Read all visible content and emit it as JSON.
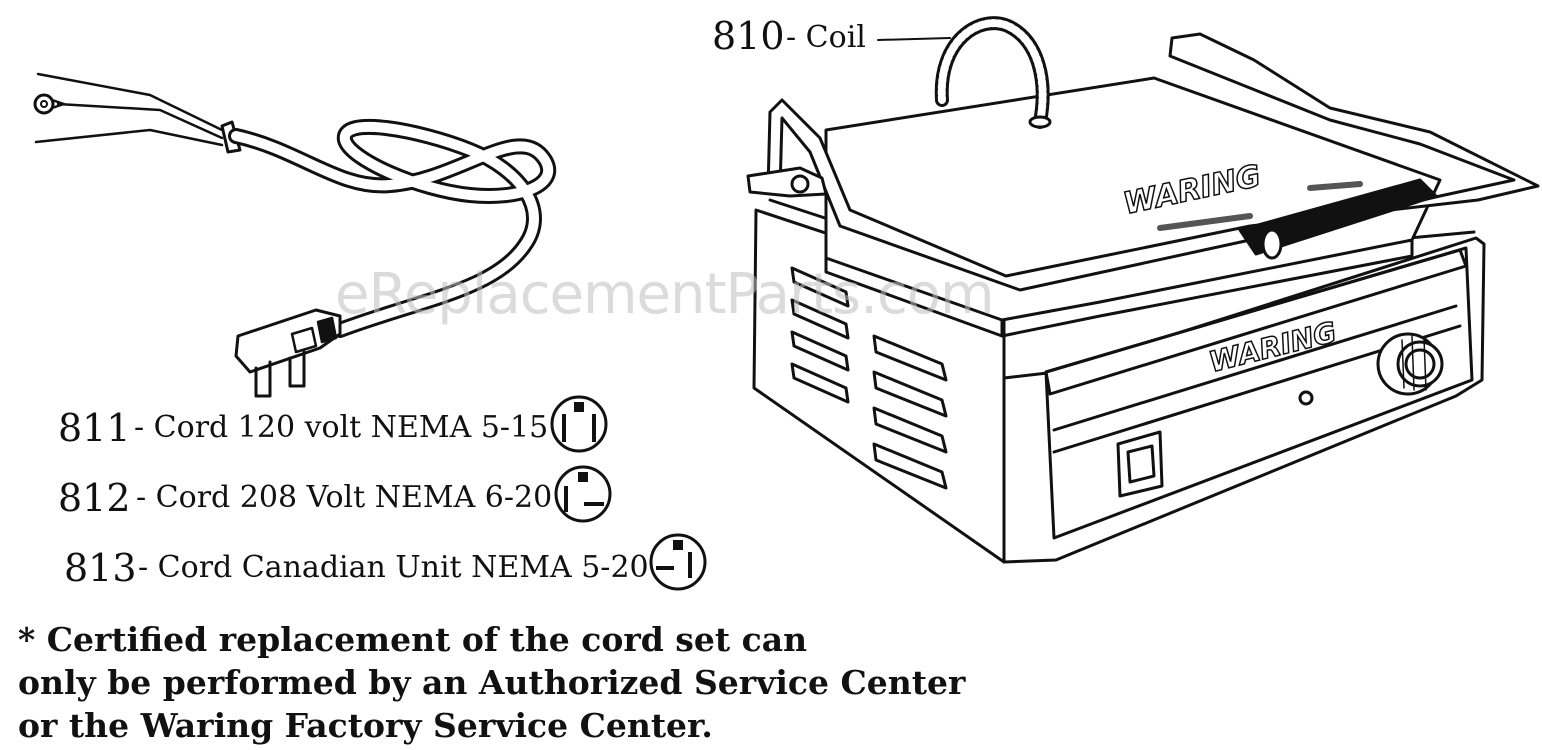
{
  "coil": {
    "number": "810",
    "label": "- Coil"
  },
  "cords": [
    {
      "number": "811",
      "label": "- Cord 120 volt NEMA 5-15"
    },
    {
      "number": "812",
      "label": "- Cord 208 Volt NEMA 6-20"
    },
    {
      "number": "813",
      "label": "- Cord Canadian Unit NEMA 5-20"
    }
  ],
  "note": {
    "line1": "* Certified replacement of the cord set can",
    "line2": "only be performed by an Authorized Service Center",
    "line3": "or the Waring Factory Service Center."
  },
  "brand": {
    "lid": "WARING",
    "front": "WARING"
  },
  "watermark": "eReplacementParts.com"
}
